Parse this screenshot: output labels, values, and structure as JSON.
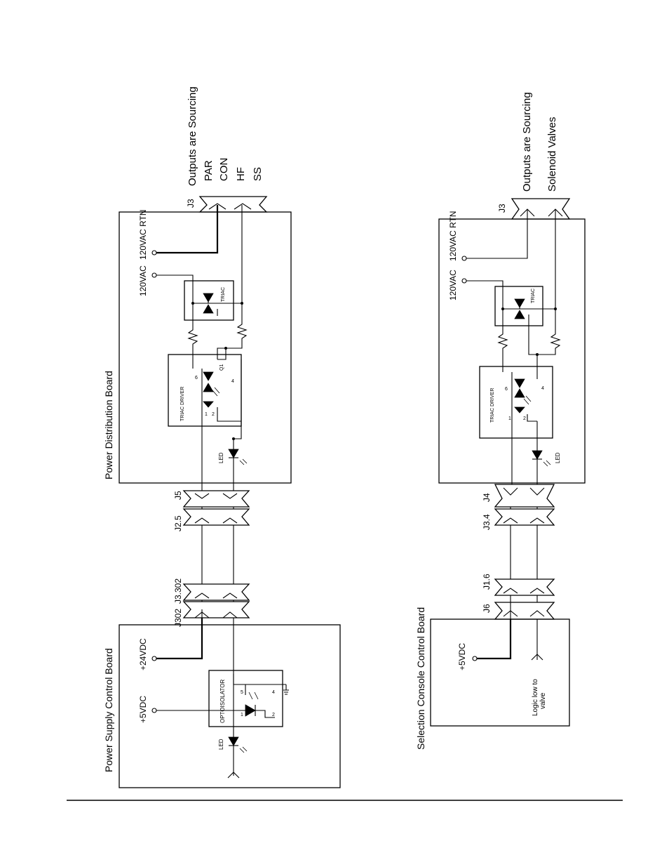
{
  "diagram1": {
    "psu_board_title": "Power Supply Control Board",
    "pdb_board_title": "Power Distribution Board",
    "outputs_title": "Outputs are Sourcing",
    "outputs": [
      "PAR",
      "CON",
      "HF",
      "SS"
    ],
    "connectors": {
      "j302": "J302",
      "j3_302": "J3.302",
      "j2_5": "J2.5",
      "j5": "J5",
      "j3": "J3"
    },
    "v5": "+5VDC",
    "v24": "+24VDC",
    "v120": "120VAC",
    "v120rtn": "120VAC RTN",
    "led": "LED",
    "led2": "LED",
    "optoisolator": "OPTOISOLATOR",
    "triac_driver": "TRIAC DRIVER",
    "triac": "TRIAC",
    "q1": "Q1",
    "pins": {
      "p1": "1",
      "p2": "2",
      "p4": "4",
      "p5": "5",
      "d1": "1",
      "d2": "2",
      "d4": "4",
      "d6": "6"
    }
  },
  "diagram2": {
    "scc_board_title": "Selection Console Control Board",
    "outputs_title": "Outputs are Sourcing",
    "outputs_sub": "Solenoid Valves",
    "connectors": {
      "j6": "J6",
      "j1_6": "J1.6",
      "j3_4": "J3.4",
      "j4": "J4",
      "j3": "J3"
    },
    "v5": "+5VDC",
    "v120": "120VAC",
    "v120rtn": "120VAC RTN",
    "logic_line1": "Logic low to",
    "logic_line2": "valve",
    "led": "LED",
    "triac_driver": "TRIAC DRIVER",
    "triac": "TRIAC",
    "pins": {
      "d1": "1",
      "d2": "2",
      "d4": "4",
      "d6": "6"
    }
  }
}
